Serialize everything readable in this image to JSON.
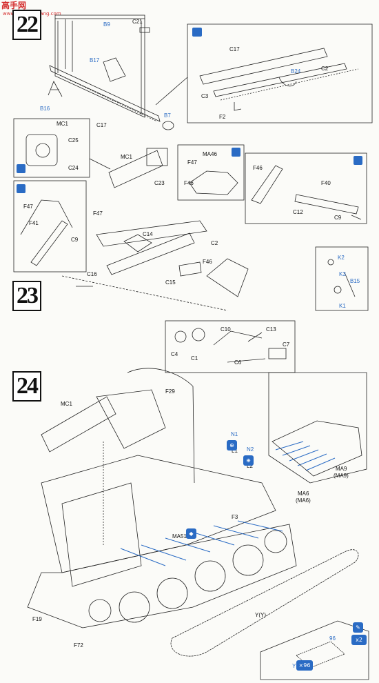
{
  "watermark": {
    "name": "高手网",
    "url": "www.gaoshouwang.com"
  },
  "steps": [
    "22",
    "23",
    "24"
  ],
  "colors": {
    "line": "#222222",
    "blue": "#2a6bc4",
    "red": "#d42b2b"
  },
  "labels": {
    "C21": "C21",
    "B9": "B9",
    "B17": "B17",
    "B16": "B16",
    "C17a": "C17",
    "B7": "B7",
    "C17b": "C17",
    "B24": "B24",
    "C2a": "C2",
    "C3": "C3",
    "F2": "F2",
    "MC1a": "MC1",
    "C25": "C25",
    "C24": "C24",
    "MC1b": "MC1",
    "C23": "C23",
    "MA46": "MA46",
    "F47a": "F47",
    "F46a": "F46",
    "F46b": "F46",
    "F40": "F40",
    "C12": "C12",
    "C9a": "C9",
    "F47b": "F47",
    "F41": "F41",
    "C9b": "C9",
    "F47c": "F47",
    "C14": "C14",
    "C2b": "C2",
    "C16": "C16",
    "C15": "C15",
    "F46c": "F46",
    "K2": "K2",
    "K3": "K3",
    "B15": "B15",
    "K1": "K1",
    "C10": "C10",
    "C13": "C13",
    "C7": "C7",
    "C4": "C4",
    "C1": "C1",
    "C6": "C6",
    "MC1c": "MC1",
    "F29": "F29",
    "N1": "N1",
    "L1": "L1",
    "N2": "N2",
    "L2": "L2",
    "MA9": "MA9",
    "MA9p": "(MA9)",
    "MA6": "MA6",
    "MA6p": "(MA6)",
    "F3": "F3",
    "MA51": "MA51",
    "F19": "F19",
    "F72": "F72",
    "YY": "Y(Y)",
    "Y96": "Y",
    "x96": "×96",
    "x2": "x2",
    "h96": "96"
  }
}
